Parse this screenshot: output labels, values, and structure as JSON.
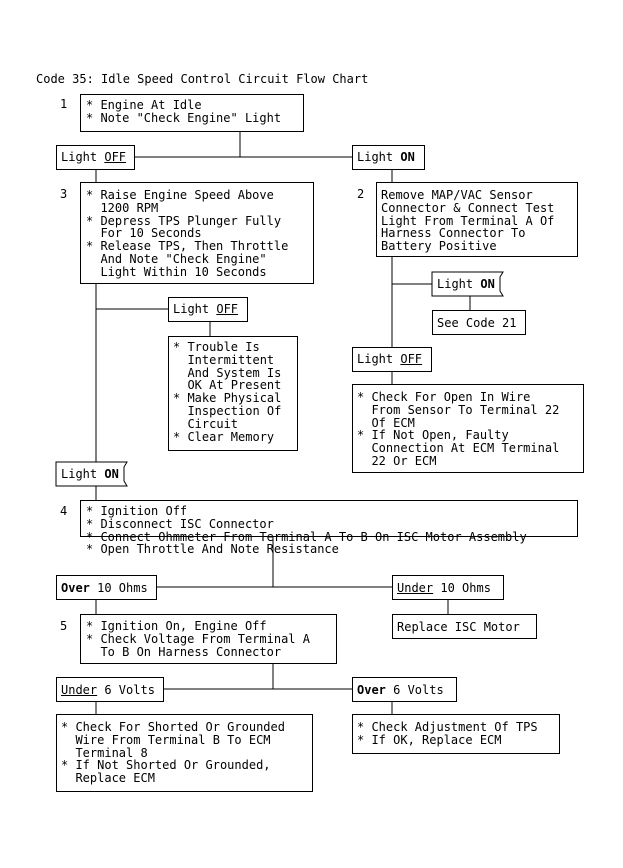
{
  "title": "Code 35: Idle Speed Control Circuit Flow Chart",
  "steps": {
    "s1": "1",
    "s2": "2",
    "s3": "3",
    "s4": "4",
    "s5": "5"
  },
  "box1": "* Engine At Idle\n* Note \"Check Engine\" Light",
  "light_word": "Light",
  "on_word": "ON",
  "off_word": "OFF",
  "box3": "* Raise Engine Speed Above\n  1200 RPM\n* Depress TPS Plunger Fully\n  For 10 Seconds\n* Release TPS, Then Throttle\n  And Note \"Check Engine\"\n  Light Within 10 Seconds",
  "box_intermittent": "* Trouble Is\n  Intermittent\n  And System Is\n  OK At Present\n* Make Physical\n  Inspection Of\n  Circuit\n* Clear Memory",
  "box2": "Remove MAP/VAC Sensor\nConnector & Connect Test\nLight From Terminal A Of\nHarness Connector To\nBattery Positive",
  "see_code_21": "See Code 21",
  "box_open_wire": "* Check For Open In Wire\n  From Sensor To Terminal 22\n  Of ECM\n* If Not Open, Faulty\n  Connection At ECM Terminal\n  22 Or ECM",
  "box4": "* Ignition Off\n* Disconnect ISC Connector\n* Connect Ohmmeter From Terminal A To B On ISC Motor Assembly\n* Open Throttle And Note Resistance",
  "over_word": "Over",
  "under_word": "Under",
  "ohms_suffix": " 10 Ohms",
  "replace_isc": "Replace ISC Motor",
  "box5": "* Ignition On, Engine Off\n* Check Voltage From Terminal A\n  To B On Harness Connector",
  "volts_suffix": " 6 Volts",
  "box_shorted": "* Check For Shorted Or Grounded\n  Wire From Terminal B To ECM\n  Terminal 8\n* If Not Shorted Or Grounded,\n  Replace ECM",
  "box_tps": "* Check Adjustment Of TPS\n* If OK, Replace ECM"
}
